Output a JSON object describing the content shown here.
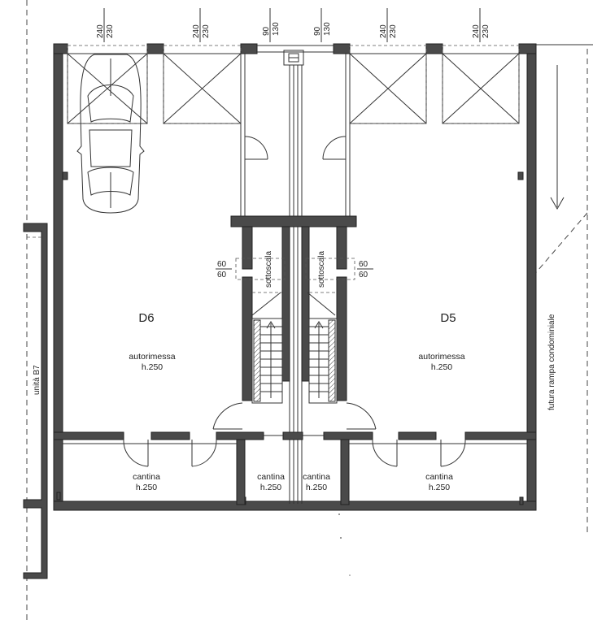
{
  "units": {
    "d6": "D6",
    "d5": "D5"
  },
  "rooms": {
    "garage_left_label": "autorimessa",
    "garage_left_height": "h.250",
    "garage_right_label": "autorimessa",
    "garage_right_height": "h.250",
    "cellar_1_label": "cantina",
    "cellar_1_height": "h.250",
    "cellar_2_label": "cantina",
    "cellar_2_height": "h.250",
    "cellar_3_label": "cantina",
    "cellar_3_height": "h.250",
    "cellar_4_label": "cantina",
    "cellar_4_height": "h.250"
  },
  "under_stairs": {
    "left": "sottoscala",
    "right": "sottoscala"
  },
  "windows": [
    {
      "a": "240",
      "b": "230"
    },
    {
      "a": "240",
      "b": "230"
    },
    {
      "a": "90",
      "b": "130"
    },
    {
      "a": "90",
      "b": "130"
    },
    {
      "a": "240",
      "b": "230"
    },
    {
      "a": "240",
      "b": "230"
    }
  ],
  "stair_openings": {
    "left_top": "60",
    "left_bottom": "60",
    "right_top": "60",
    "right_bottom": "60"
  },
  "neighbour_unit": "unità B7",
  "ramp_note": "futura rampa condominiale"
}
